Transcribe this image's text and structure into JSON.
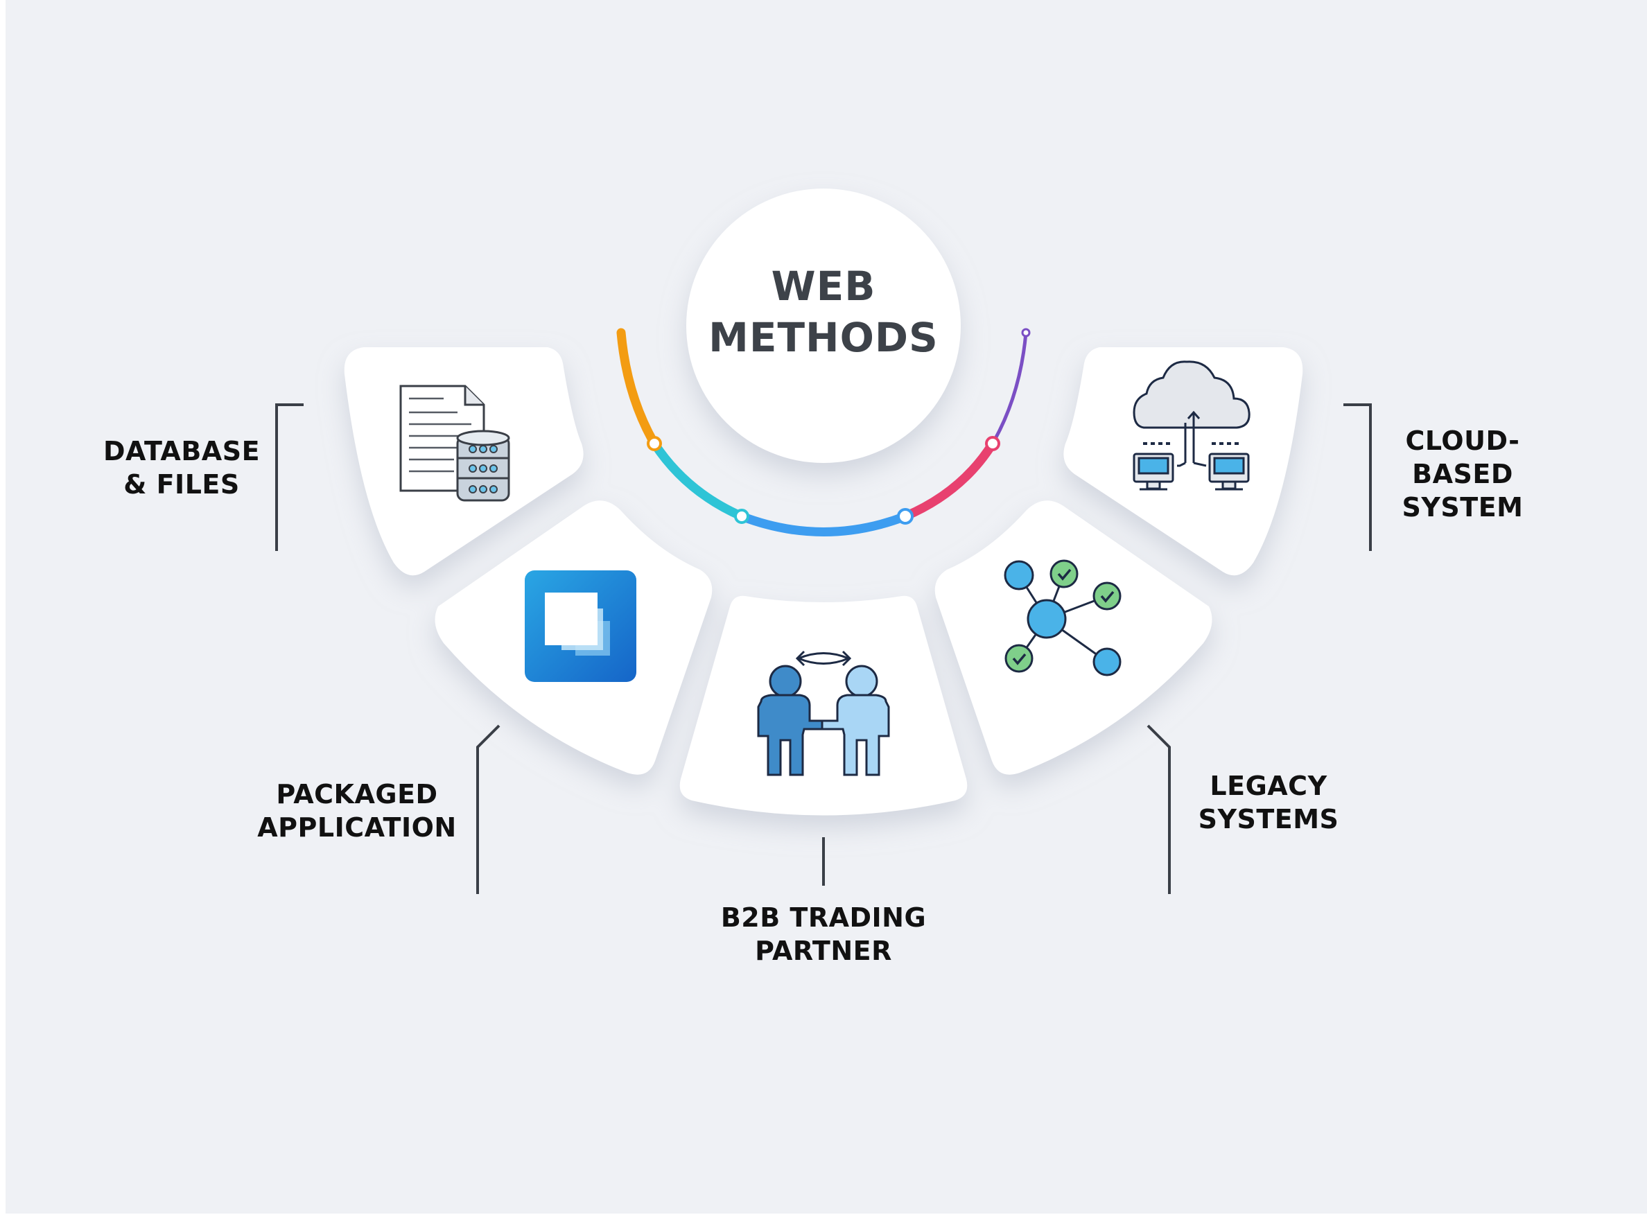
{
  "hub": {
    "line1": "WEB",
    "line2": "METHODS"
  },
  "items": [
    {
      "id": "database",
      "line1": "DATABASE",
      "line2": "& FILES",
      "icon": "database-files-icon"
    },
    {
      "id": "packaged",
      "line1": "PACKAGED",
      "line2": "APPLICATION",
      "icon": "application-window-icon"
    },
    {
      "id": "b2b",
      "line1": "B2B TRADING",
      "line2": "PARTNER",
      "icon": "handshake-partners-icon"
    },
    {
      "id": "legacy",
      "line1": "LEGACY",
      "line2": "SYSTEMS",
      "icon": "network-nodes-icon"
    },
    {
      "id": "cloud",
      "line1": "CLOUD-",
      "line2": "BASED",
      "line3": "SYSTEM",
      "icon": "cloud-computers-icon"
    }
  ],
  "colors": {
    "background": "#eff1f5",
    "card": "#ffffff",
    "label": "#111111",
    "hub_text": "#3d4249",
    "arc_orange": "#f39c12",
    "arc_teal": "#2ec4d6",
    "arc_blue": "#3d8fe6",
    "arc_pink": "#e8416f",
    "arc_purple": "#7b4fc4"
  }
}
